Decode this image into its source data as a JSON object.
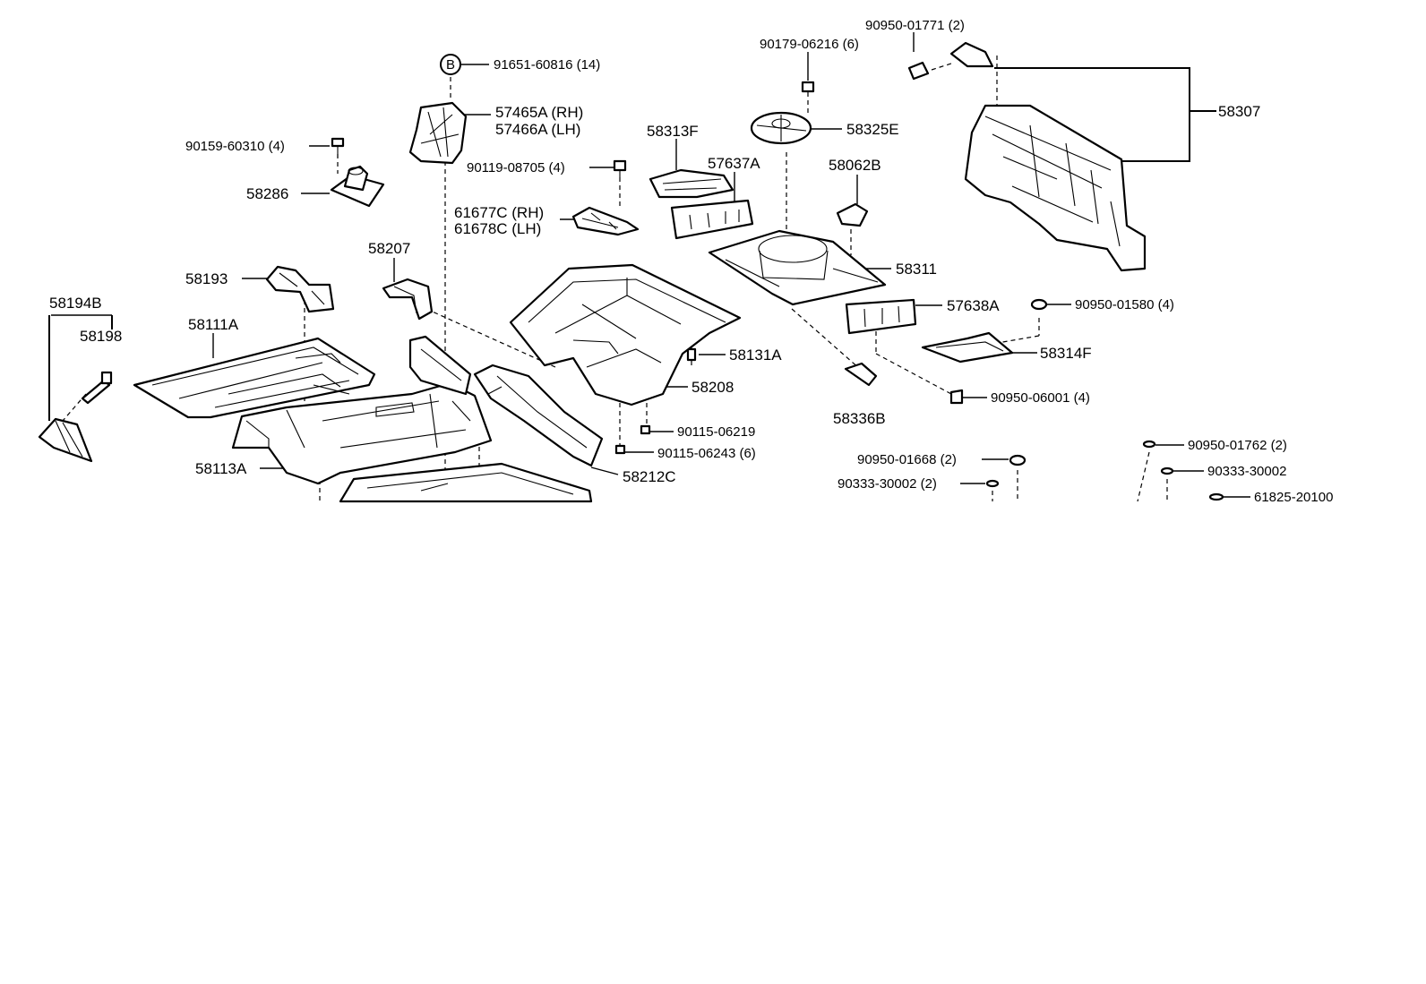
{
  "labels": {
    "p91651": "91651-60816 (14)",
    "circleB": "B",
    "p57465": "57465A (RH)",
    "p57466": "57466A (LH)",
    "p90159": "90159-60310 (4)",
    "p58286": "58286",
    "p90119": "90119-08705 (4)",
    "p61677": "61677C (RH)",
    "p61678": "61678C (LH)",
    "p58207": "58207",
    "p58193": "58193",
    "p58194B": "58194B",
    "p58198": "58198",
    "p58111A": "58111A",
    "p58113A": "58113A",
    "p58313F": "58313F",
    "p57637A": "57637A",
    "p90179": "90179-06216 (6)",
    "p58325E": "58325E",
    "p90950_01771": "90950-01771 (2)",
    "p58307": "58307",
    "p58062B": "58062B",
    "p58311": "58311",
    "p57638A": "57638A",
    "p90950_01580": "90950-01580 (4)",
    "p58314F": "58314F",
    "p58131A": "58131A",
    "p58208": "58208",
    "p90115_06219": "90115-06219",
    "p90115_06243": "90115-06243 (6)",
    "p58212C": "58212C",
    "p58336B": "58336B",
    "p90950_06001": "90950-06001 (4)",
    "p90950_01668": "90950-01668 (2)",
    "p90333_30002a": "90333-30002 (2)",
    "p90950_01762": "90950-01762 (2)",
    "p90333_30002b": "90333-30002",
    "p61825": "61825-20100"
  }
}
